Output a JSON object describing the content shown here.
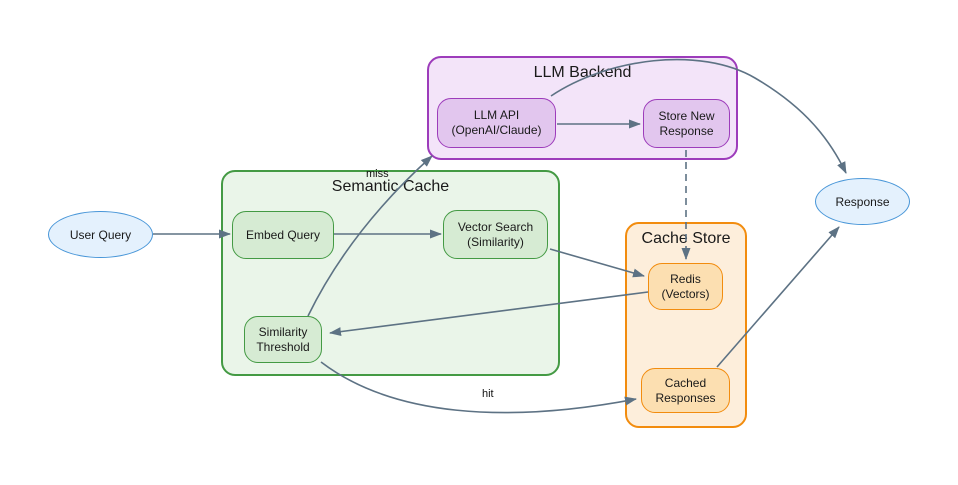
{
  "groups": {
    "semantic_cache": {
      "title": "Semantic Cache"
    },
    "llm_backend": {
      "title": "LLM Backend"
    },
    "cache_store": {
      "title": "Cache Store"
    }
  },
  "nodes": {
    "user_query": {
      "label": "User Query",
      "shape": "ellipse"
    },
    "embed_query": {
      "label": "Embed Query",
      "shape": "rounded-rect"
    },
    "vector_search": {
      "label": "Vector Search\n(Similarity)",
      "shape": "rounded-rect"
    },
    "similarity_threshold": {
      "label": "Similarity\nThreshold",
      "shape": "rounded-rect"
    },
    "llm_api": {
      "label": "LLM API\n(OpenAI/Claude)",
      "shape": "rounded-rect"
    },
    "store_new_response": {
      "label": "Store New\nResponse",
      "shape": "rounded-rect"
    },
    "redis": {
      "label": "Redis\n(Vectors)",
      "shape": "rounded-rect"
    },
    "cached_responses": {
      "label": "Cached\nResponses",
      "shape": "rounded-rect"
    },
    "response": {
      "label": "Response",
      "shape": "ellipse"
    }
  },
  "edges": [
    {
      "from": "user_query",
      "to": "embed_query",
      "style": "solid",
      "label": ""
    },
    {
      "from": "embed_query",
      "to": "vector_search",
      "style": "solid",
      "label": ""
    },
    {
      "from": "vector_search",
      "to": "redis",
      "style": "solid",
      "label": ""
    },
    {
      "from": "redis",
      "to": "similarity_threshold",
      "style": "solid",
      "label": ""
    },
    {
      "from": "similarity_threshold",
      "to": "llm_api",
      "style": "solid",
      "label": "miss"
    },
    {
      "from": "llm_api",
      "to": "store_new_response",
      "style": "solid",
      "label": ""
    },
    {
      "from": "store_new_response",
      "to": "redis",
      "style": "dashed",
      "label": ""
    },
    {
      "from": "llm_api",
      "to": "response",
      "style": "solid",
      "label": ""
    },
    {
      "from": "similarity_threshold",
      "to": "cached_responses",
      "style": "solid",
      "label": "hit"
    },
    {
      "from": "cached_responses",
      "to": "response",
      "style": "solid",
      "label": ""
    }
  ],
  "edge_labels": {
    "miss": "miss",
    "hit": "hit"
  },
  "palette": {
    "edge": "#5d7284",
    "blue_fill": "#e4f1fd",
    "blue_stroke": "#4896d8",
    "green_container_fill": "#eaf5e9",
    "green_node_fill": "#d6ebd3",
    "green_stroke": "#449a44",
    "purple_container_fill": "#f3e4f9",
    "purple_node_fill": "#e2c6ee",
    "purple_stroke": "#9d3cbb",
    "orange_container_fill": "#fdeedb",
    "orange_node_fill": "#fcdfb1",
    "orange_stroke": "#f28c0e",
    "text": "#1a1a1a"
  }
}
